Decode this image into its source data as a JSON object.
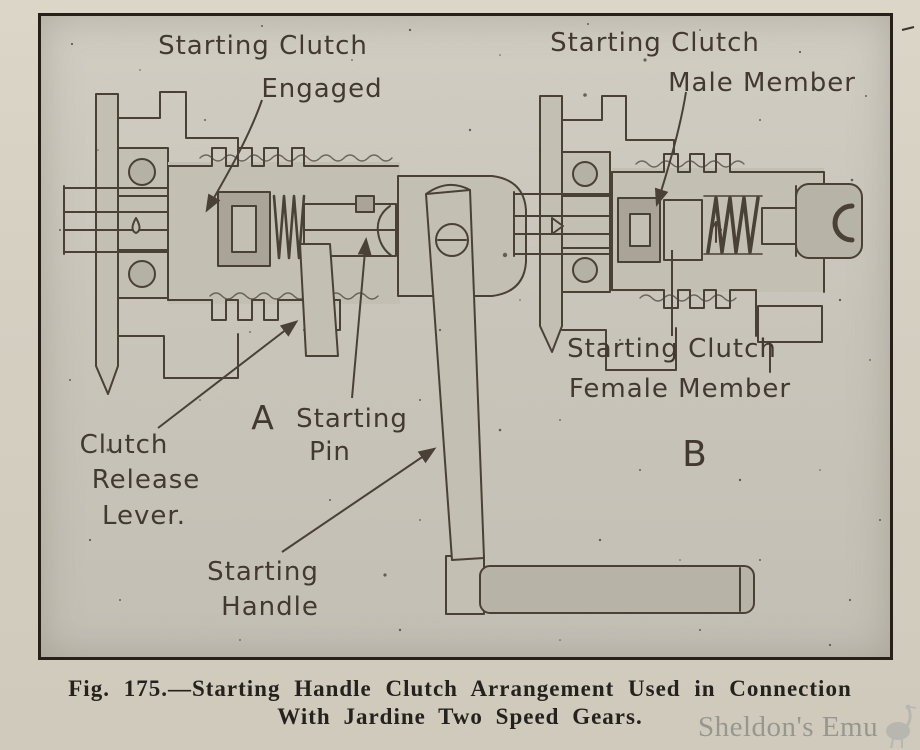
{
  "page": {
    "caption": {
      "line1": "Fig. 175.—Starting Handle Clutch Arrangement Used in Connection",
      "line2": "With Jardine Two Speed Gears."
    },
    "watermark": "Sheldon's Emu"
  },
  "diagram": {
    "labels": {
      "engaged_line1": "Starting Clutch",
      "engaged_line2": "Engaged",
      "male_line1": "Starting Clutch",
      "male_line2": "Male Member",
      "release_line1": "Clutch",
      "release_line2": "Release",
      "release_line3": "Lever.",
      "pin_marker": "A",
      "pin_line1": "Starting",
      "pin_line2": "Pin",
      "female_line1": "Starting Clutch",
      "female_line2": "Female Member",
      "section_marker_b": "B",
      "handle_line1": "Starting",
      "handle_line2": "Handle"
    },
    "colors": {
      "ink": "#4a4136",
      "paper": "#d5cfc2",
      "panel": "#c9c5ba",
      "metal_light": "#c3bfb3",
      "metal_dark": "#aaa498",
      "caption_ink": "#25211d",
      "watermark": "#98978f"
    }
  }
}
